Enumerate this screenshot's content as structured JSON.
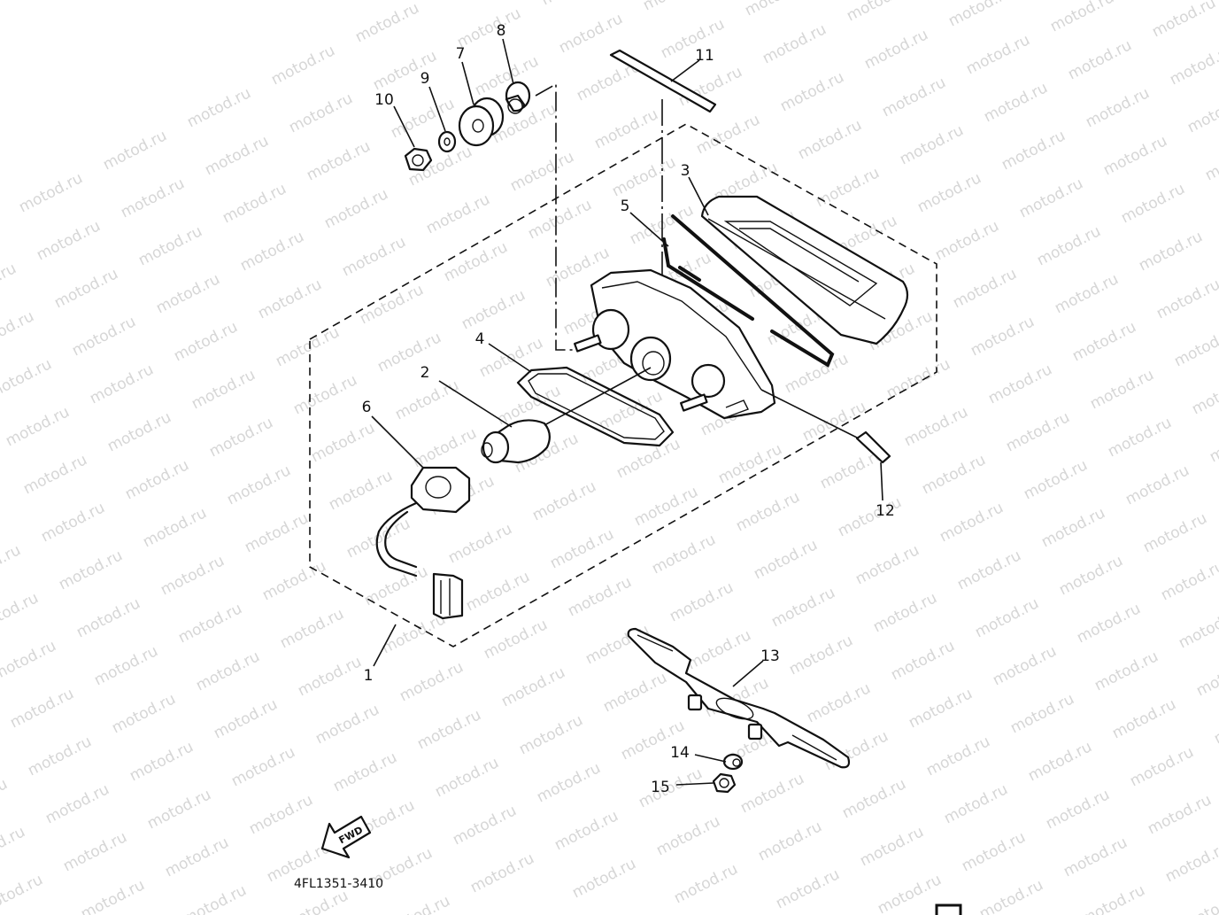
{
  "watermark": "motod.ru",
  "diagram_code": "4FL1351-3410",
  "fwd_label": "FWD",
  "callouts": [
    "1",
    "2",
    "3",
    "4",
    "5",
    "6",
    "7",
    "8",
    "9",
    "10",
    "11",
    "12",
    "13",
    "14",
    "15"
  ]
}
